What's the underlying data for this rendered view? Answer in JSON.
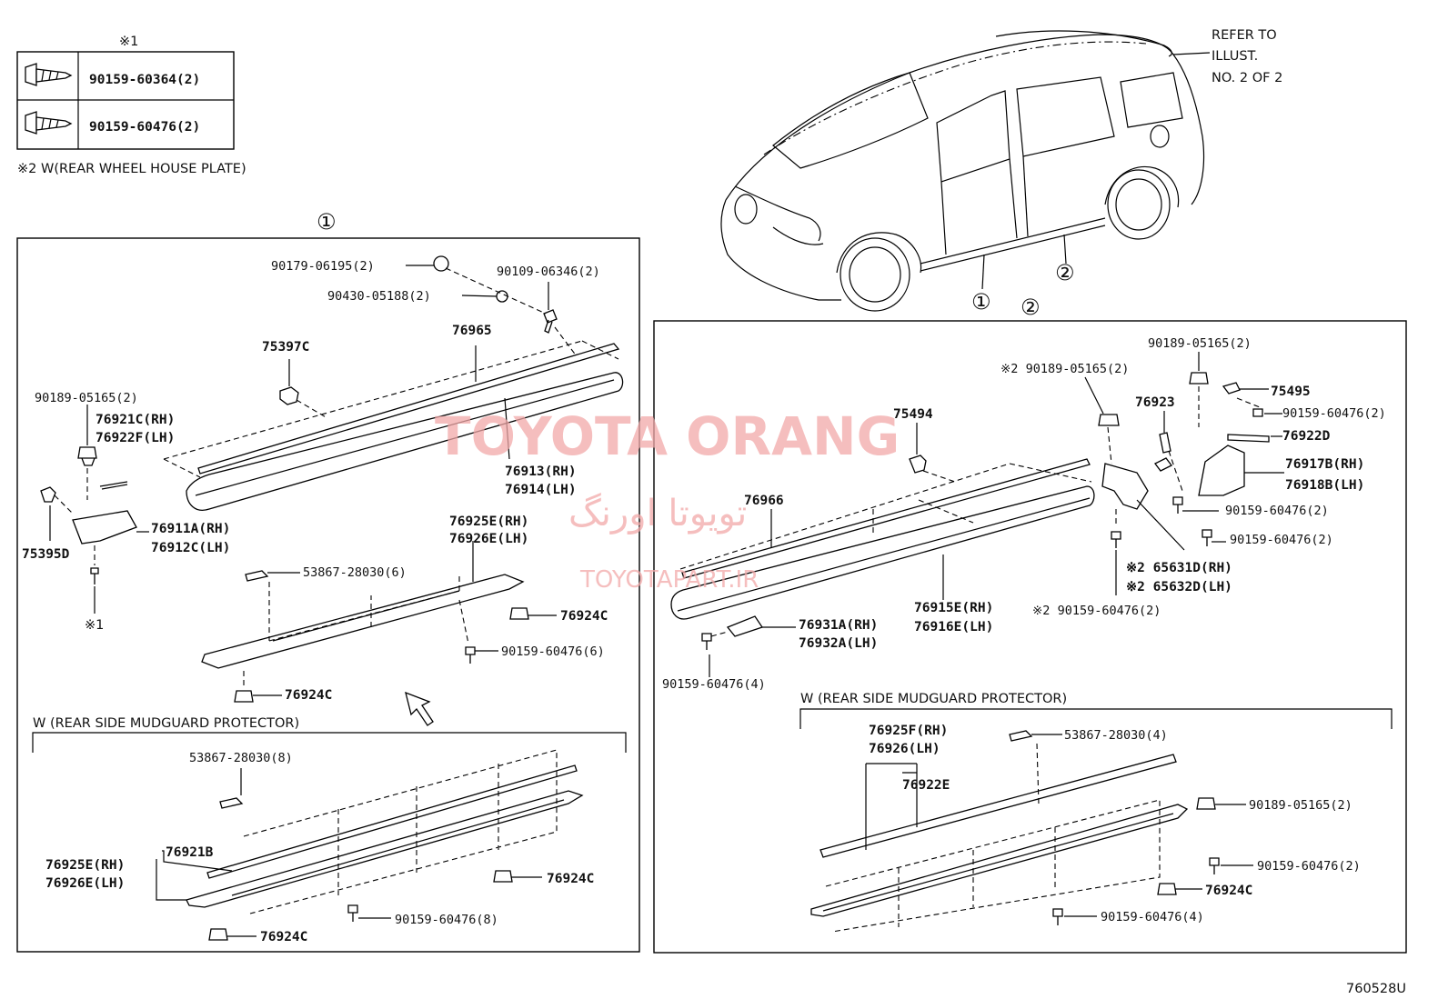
{
  "fastener_table": {
    "note_mark": "※1",
    "rows": [
      {
        "part": "90159-60364(2)",
        "icon": "screw-bolt-icon"
      },
      {
        "part": "90159-60476(2)",
        "icon": "screw-bolt-icon"
      }
    ]
  },
  "notes": {
    "note2": "※2 W(REAR WHEEL HOUSE PLATE)",
    "refer_line1": "REFER TO",
    "refer_line2": "ILLUST.",
    "refer_line3": "NO. 2 OF 2",
    "car_callout_1": "①",
    "car_callout_2": "②",
    "section2_label": "②",
    "section1_label": "①",
    "drawing_number": "760528U"
  },
  "watermark": {
    "main": "TOYOTA ORANG",
    "persian": "تویوتا اورنگ",
    "site": "TOYOTAPART.IR"
  },
  "panel1": {
    "labels": {
      "p90179": "90179-06195(2)",
      "p90109": "90109-06346(2)",
      "p90430": "90430-05188(2)",
      "p76965": "76965",
      "p75397c": "75397C",
      "p90189": "90189-05165(2)",
      "p76921c": "76921C(RH)",
      "p76922f": "76922F(LH)",
      "p76913": "76913(RH)",
      "p76914": "76914(LH)",
      "p76911a": "76911A(RH)",
      "p76912c": "76912C(LH)",
      "p75395d": "75395D",
      "mark1": "※1",
      "p76925e": "76925E(RH)",
      "p76926e": "76926E(LH)",
      "p53867": "53867-28030(6)",
      "p76924c_a": "76924C",
      "p90159_6": "90159-60476(6)",
      "p76924c_b": "76924C"
    },
    "sub_title": "W (REAR SIDE MUDGUARD PROTECTOR)",
    "sub_labels": {
      "p53867": "53867-28030(8)",
      "p76921b": "76921B",
      "p76925e": "76925E(RH)",
      "p76926e": "76926E(LH)",
      "p76924c_a": "76924C",
      "p90159_8": "90159-60476(8)",
      "p76924c_b": "76924C"
    }
  },
  "panel2": {
    "labels": {
      "p90189_top": "90189-05165(2)",
      "p90189_m2": "※2 90189-05165(2)",
      "p75495": "75495",
      "p76923": "76923",
      "p90159_r": "90159-60476(2)",
      "p75494": "75494",
      "p76922d": "76922D",
      "p76917b": "76917B(RH)",
      "p76918b": "76918B(LH)",
      "p76966": "76966",
      "p90159_mid": "90159-60476(2)",
      "p90159_low": "90159-60476(2)",
      "p65631d": "※2 65631D(RH)",
      "p65632d": "※2 65632D(LH)",
      "p76915e": "76915E(RH)",
      "p76916e": "76916E(LH)",
      "p90159_m2": "※2 90159-60476(2)",
      "p76931a": "76931A(RH)",
      "p76932a": "76932A(LH)",
      "p90159_4a": "90159-60476(4)"
    },
    "sub_title": "W (REAR SIDE MUDGUARD PROTECTOR)",
    "sub_labels": {
      "p76925f": "76925F(RH)",
      "p76926": "76926(LH)",
      "p53867": "53867-28030(4)",
      "p76922e": "76922E",
      "p90189": "90189-05165(2)",
      "p90159_2": "90159-60476(2)",
      "p76924c": "76924C",
      "p90159_4": "90159-60476(4)"
    }
  }
}
